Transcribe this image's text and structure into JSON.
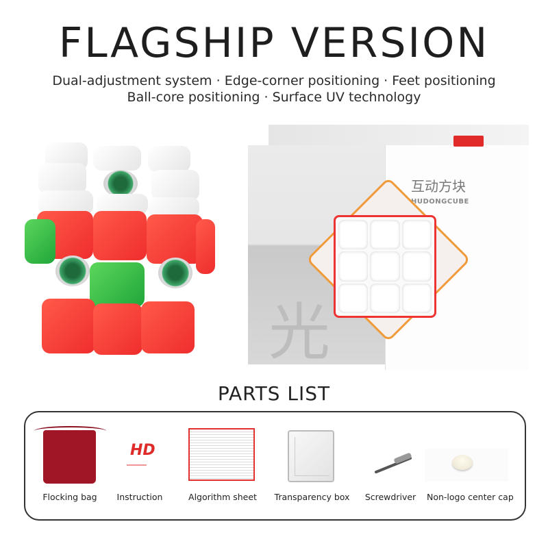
{
  "header": {
    "title": "FLAGSHIP VERSION",
    "features_line1": "Dual-adjustment system · Edge-corner positioning · Feet positioning",
    "features_line2": "Ball-core positioning · Surface UV technology"
  },
  "package": {
    "brand_cn": "互动方块",
    "brand_en": "HUDONGCUBE",
    "kanji": "光"
  },
  "parts": {
    "title": "PARTS LIST",
    "items": [
      {
        "label": "Flocking bag"
      },
      {
        "label": "Instruction",
        "logo": "HD"
      },
      {
        "label": "Algorithm sheet"
      },
      {
        "label": "Transparency box"
      },
      {
        "label": "Screwdriver"
      },
      {
        "label": "Non-logo center cap"
      }
    ]
  },
  "colors": {
    "red": "#ef2d2d",
    "green": "#20a63a",
    "bag": "#a01626"
  }
}
